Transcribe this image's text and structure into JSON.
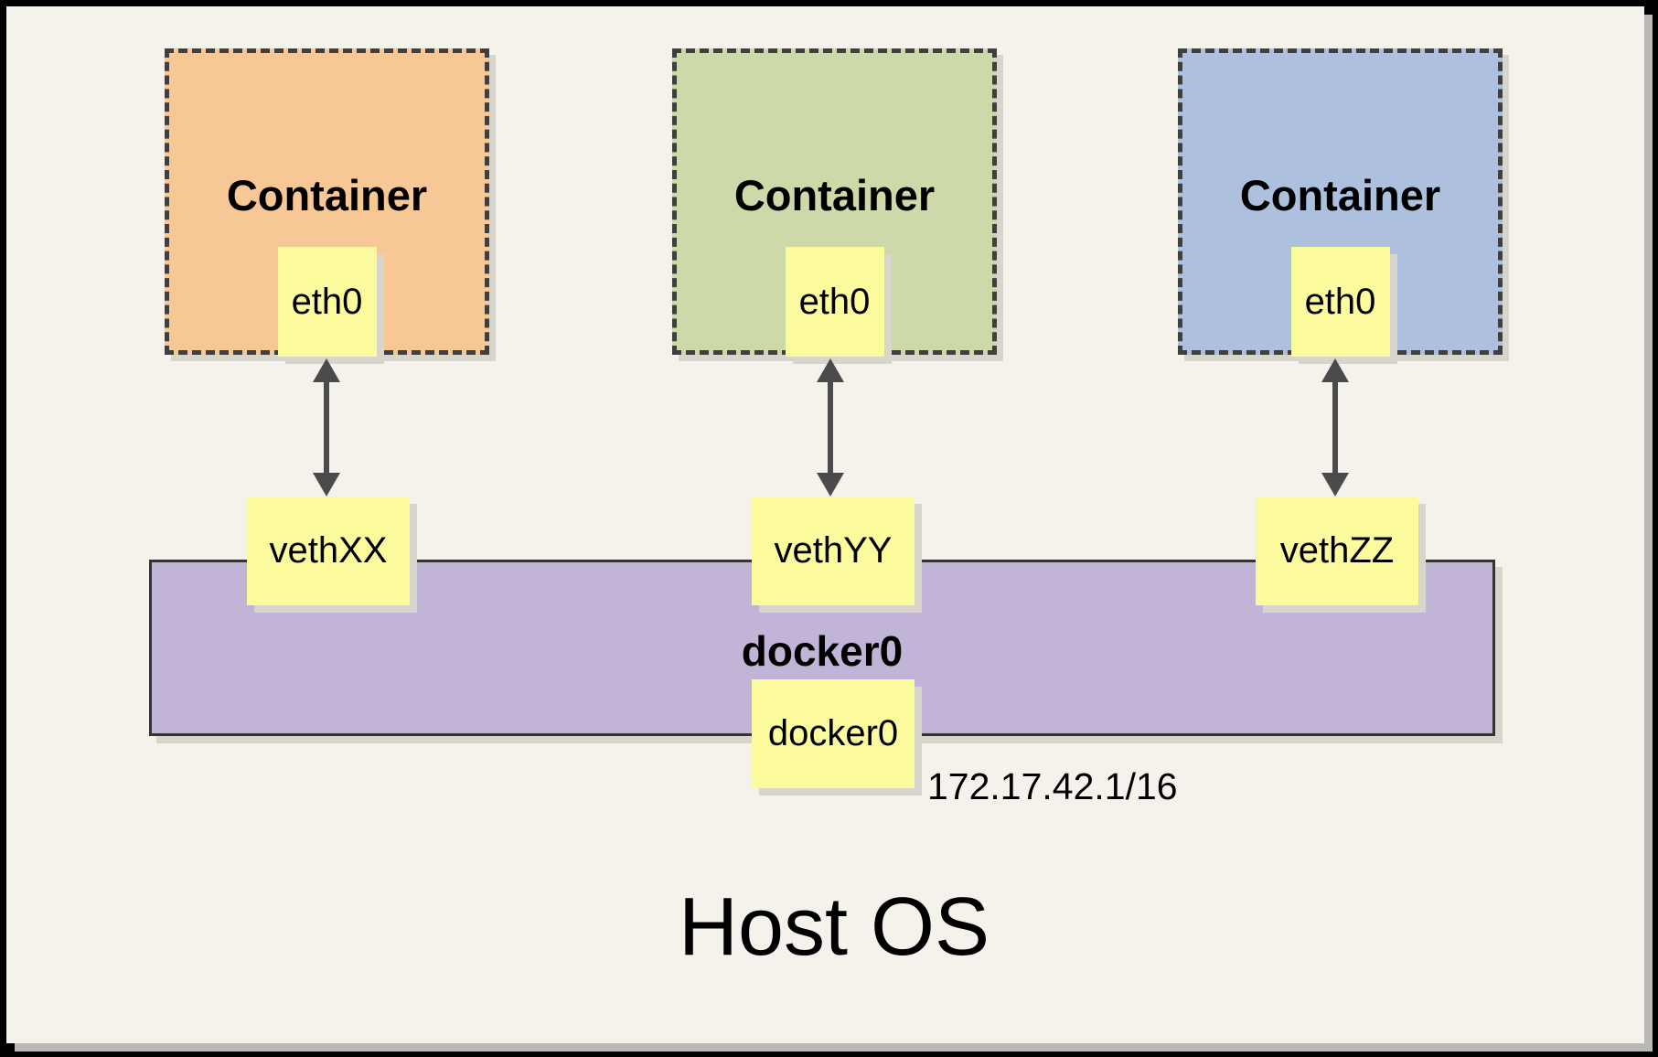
{
  "containers": [
    {
      "title": "Container",
      "eth_label": "eth0",
      "veth_label": "vethXX",
      "fill": "#f7c795"
    },
    {
      "title": "Container",
      "eth_label": "eth0",
      "veth_label": "vethYY",
      "fill": "#cdd9a8"
    },
    {
      "title": "Container",
      "eth_label": "eth0",
      "veth_label": "vethZZ",
      "fill": "#adc1df"
    }
  ],
  "bridge": {
    "title": "docker0",
    "interface_label": "docker0",
    "ip_address": "172.17.42.1/16",
    "fill": "#c2b4d6"
  },
  "host": {
    "title": "Host OS"
  },
  "palette": {
    "canvas_bg": "#f5f2eb",
    "note_fill": "#fbfb9d",
    "dashed_border": "#3f3f3f",
    "arrow": "#4b4b4b",
    "shadow": "#d8d5cd",
    "frame": "#000000"
  }
}
